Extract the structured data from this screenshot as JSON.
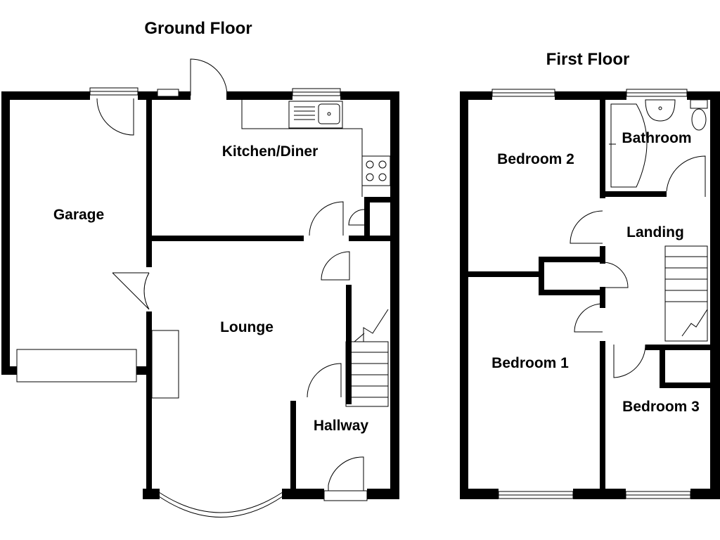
{
  "floors": [
    {
      "title": "Ground Floor",
      "rooms": [
        "Garage",
        "Kitchen/Diner",
        "Lounge",
        "Hallway"
      ]
    },
    {
      "title": "First Floor",
      "rooms": [
        "Bedroom 2",
        "Bathroom",
        "Landing",
        "Bedroom 1",
        "Bedroom 3"
      ]
    }
  ]
}
